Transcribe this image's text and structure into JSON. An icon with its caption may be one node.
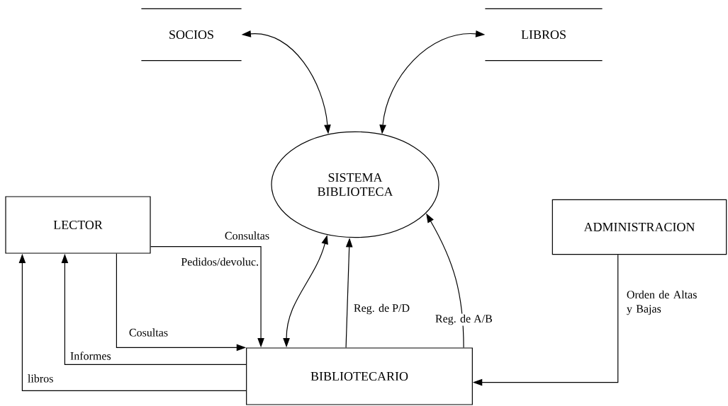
{
  "diagram": {
    "nodes": [
      {
        "text": [
          "SOCIOS"
        ]
      },
      {
        "text": [
          "LIBROS"
        ]
      },
      {
        "text": [
          "SISTEMA BIBLIOTECA"
        ]
      },
      {
        "text": [
          "LECTOR"
        ]
      },
      {
        "text": [
          "ADMINISTRACION"
        ]
      },
      {
        "text": [
          "BIBLIOTECARIO"
        ]
      }
    ],
    "edges": [
      {
        "from": 0,
        "to": 2,
        "arrow": "both"
      },
      {
        "from": 1,
        "to": 2,
        "arrow": "both"
      },
      {
        "from": 3,
        "to": 5,
        "arrow": "to",
        "label": "Consultas"
      },
      {
        "from": 3,
        "to": 5,
        "arrow": "to",
        "label": "Cosultas"
      },
      {
        "from": 5,
        "to": 3,
        "arrow": "to",
        "label": "Informes"
      },
      {
        "from": 5,
        "to": 3,
        "arrow": "to",
        "label": "libros"
      },
      {
        "from": 5,
        "to": 2,
        "arrow": "both"
      },
      {
        "from": 5,
        "to": 2,
        "arrow": "to",
        "label": "Reg. de P/D"
      },
      {
        "from": 5,
        "to": 2,
        "arrow": "to",
        "label": "Reg. de A/B"
      },
      {
        "from": 4,
        "to": 5,
        "arrow": "to",
        "label": "Orden de Altas y Bajas"
      }
    ],
    "labels": [
      "Pedidos/devoluc."
    ]
  }
}
